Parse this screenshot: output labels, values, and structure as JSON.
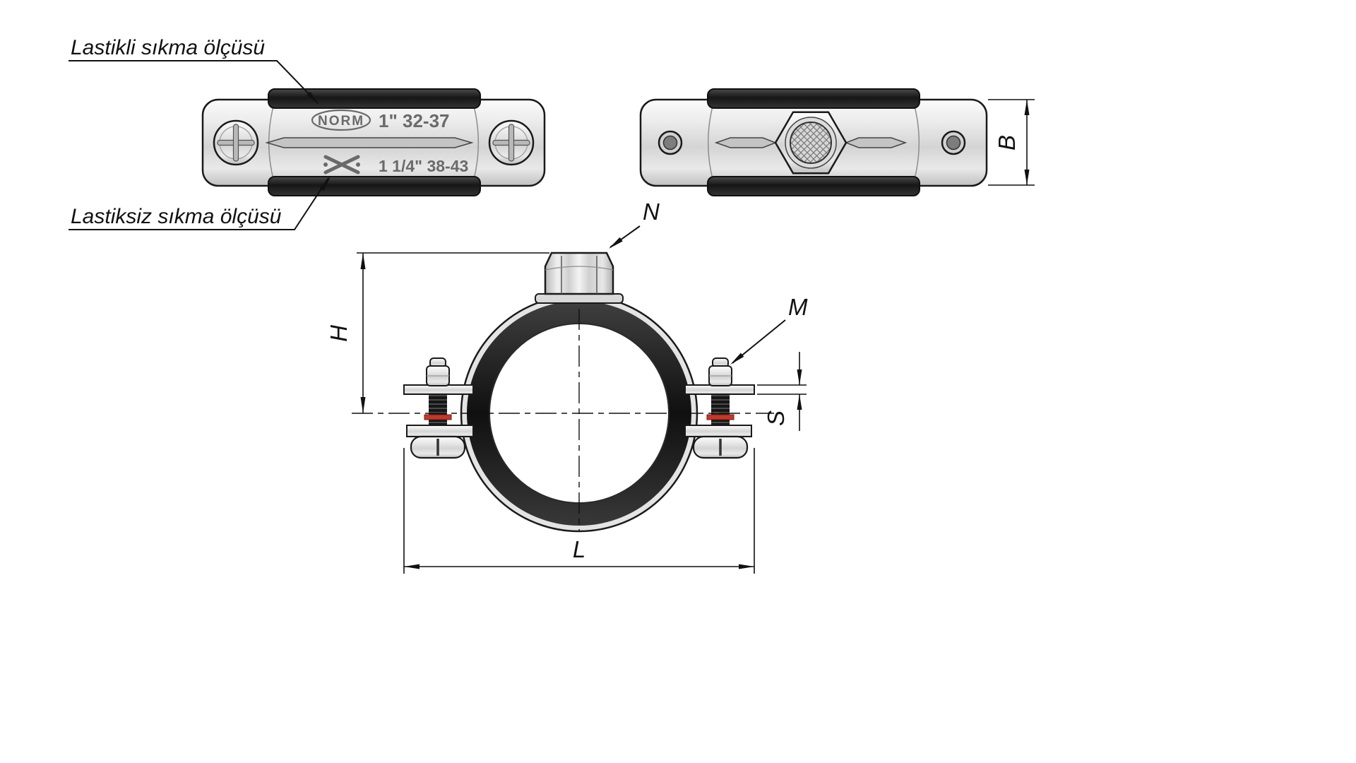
{
  "drawing": {
    "annotations": {
      "with_rubber_label": "Lastikli sıkma ölçüsü",
      "without_rubber_label": "Lastiksiz sıkma ölçüsü"
    },
    "stampings": {
      "brand": "NORM",
      "size_with_rubber": "1\" 32-37",
      "size_without_rubber": "1 1/4\" 38-43"
    },
    "dimension_letters": {
      "width": "B",
      "height": "H",
      "length": "L",
      "screw": "M",
      "nut": "N",
      "thickness": "S"
    },
    "colors": {
      "rubber": "#1e1e1e",
      "outline": "#1a1a1a",
      "metal_light": "#f2f2f2",
      "metal_dark": "#bdbdbd",
      "stamp_gray": "#6a6a6a",
      "washer_red": "#c0392b"
    }
  }
}
